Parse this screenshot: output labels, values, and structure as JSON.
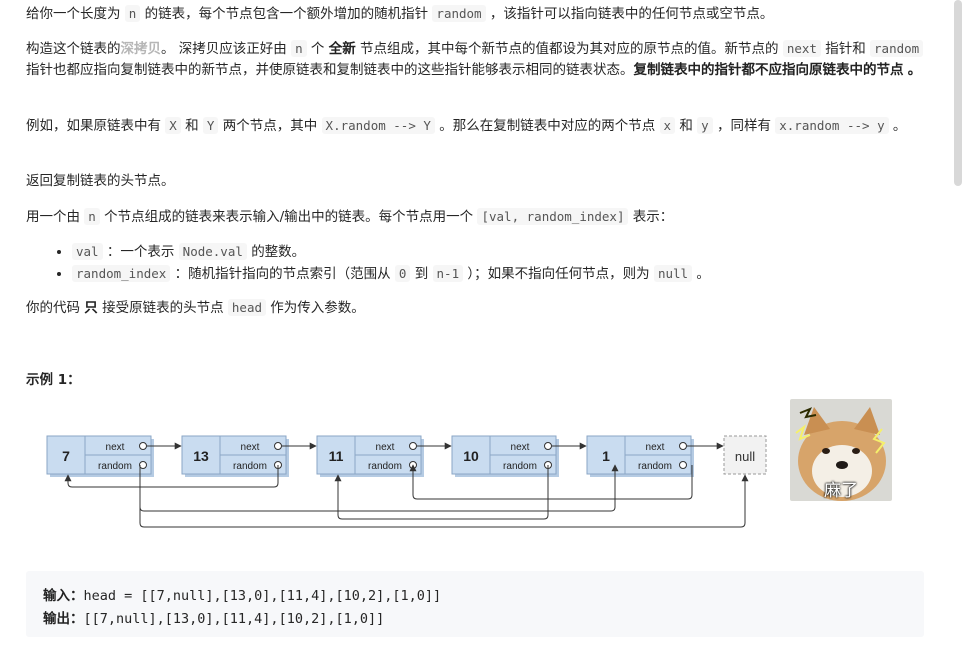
{
  "p1": {
    "t1": "给你一个长度为",
    "c1": "n",
    "t2": "的链表，每个节点包含一个额外增加的随机指针",
    "c2": "random",
    "t3": "，该指针可以指向链表中的任何节点或空节点。"
  },
  "p2": {
    "t1": "构造这个链表的",
    "hl": "深拷贝",
    "t2": "。 深拷贝应该正好由",
    "c1": "n",
    "t3": "个",
    "b1": "全新",
    "t4": "节点组成，其中每个新节点的值都设为其对应的原节点的值。新节点的",
    "c2": "next",
    "t5": "指针和",
    "c3": "random",
    "t6": "指针也都应指向复制链表中的新节点，并使原链表和复制链表中的这些指针能够表示相同的链表状态。",
    "b2": "复制链表中的指针都不应指向原链表中的节点",
    "t7": "。"
  },
  "p3": {
    "t1": "例如，如果原链表中有",
    "c1": "X",
    "t2": "和",
    "c2": "Y",
    "t3": "两个节点，其中",
    "c3": "X.random --> Y",
    "t4": "。那么在复制链表中对应的两个节点",
    "c4": "x",
    "t5": "和",
    "c5": "y",
    "t6": "，同样有",
    "c6": "x.random --> y",
    "t7": "。"
  },
  "p4": {
    "t1": "返回复制链表的头节点。"
  },
  "p5": {
    "t1": "用一个由",
    "c1": "n",
    "t2": "个节点组成的链表来表示输入/输出中的链表。每个节点用一个",
    "c2": "[val, random_index]",
    "t3": "表示："
  },
  "li1": {
    "c1": "val",
    "t1": "：一个表示",
    "c2": "Node.val",
    "t2": "的整数。"
  },
  "li2": {
    "c1": "random_index",
    "t1": "：随机指针指向的节点索引（范围从",
    "c2": "0",
    "t2": "到",
    "c3": "n-1",
    "t3": "）；如果不指向任何节点，则为",
    "c4": "null",
    "t4": "。"
  },
  "p6": {
    "t1": "你的代码",
    "b1": "只",
    "t2": "接受原链表的头节点",
    "c1": "head",
    "t3": "作为传入参数。"
  },
  "example": {
    "title": "示例 1："
  },
  "diagram": {
    "nodes": [
      "7",
      "13",
      "11",
      "10",
      "1"
    ],
    "next_label": "next",
    "random_label": "random",
    "null_label": "null"
  },
  "meme": {
    "caption": "麻了"
  },
  "io": {
    "input_label": "输入：",
    "input_value": "head = [[7,null],[13,0],[11,4],[10,2],[1,0]]",
    "output_label": "输出：",
    "output_value": "[[7,null],[13,0],[11,4],[10,2],[1,0]]"
  },
  "colors": {
    "node_fill": "#c9dcf0",
    "node_border": "#8aa6c6",
    "arrow": "#333333"
  }
}
